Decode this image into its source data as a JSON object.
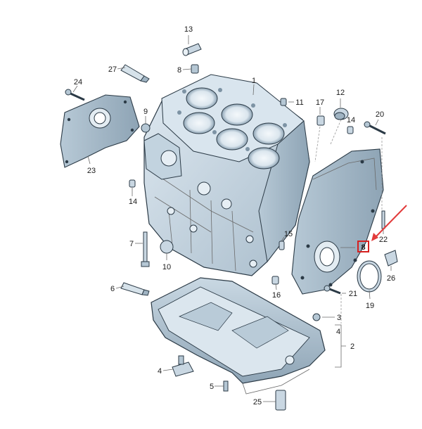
{
  "diagram": {
    "part_numbers": {
      "p1": "1",
      "p2": "2",
      "p3": "3",
      "p4a": "4",
      "p4b": "4",
      "p5": "5",
      "p6": "6",
      "p7": "7",
      "p8a": "8",
      "p8b": "8",
      "p9": "9",
      "p10": "10",
      "p11": "11",
      "p12": "12",
      "p13": "13",
      "p14a": "14",
      "p14b": "14",
      "p15": "15",
      "p16": "16",
      "p17": "17",
      "p19": "19",
      "p20": "20",
      "p21": "21",
      "p22": "22",
      "p23": "23",
      "p24": "24",
      "p25": "25",
      "p26": "26",
      "p27": "27"
    },
    "highlighted_part": "8",
    "colors": {
      "part_fill": "#cfdde8",
      "part_shade": "#a9bccb",
      "part_dark": "#7d93a4",
      "outline": "#2b3a46",
      "highlight_box": "#d62020",
      "arrow": "#e23b3b"
    }
  }
}
